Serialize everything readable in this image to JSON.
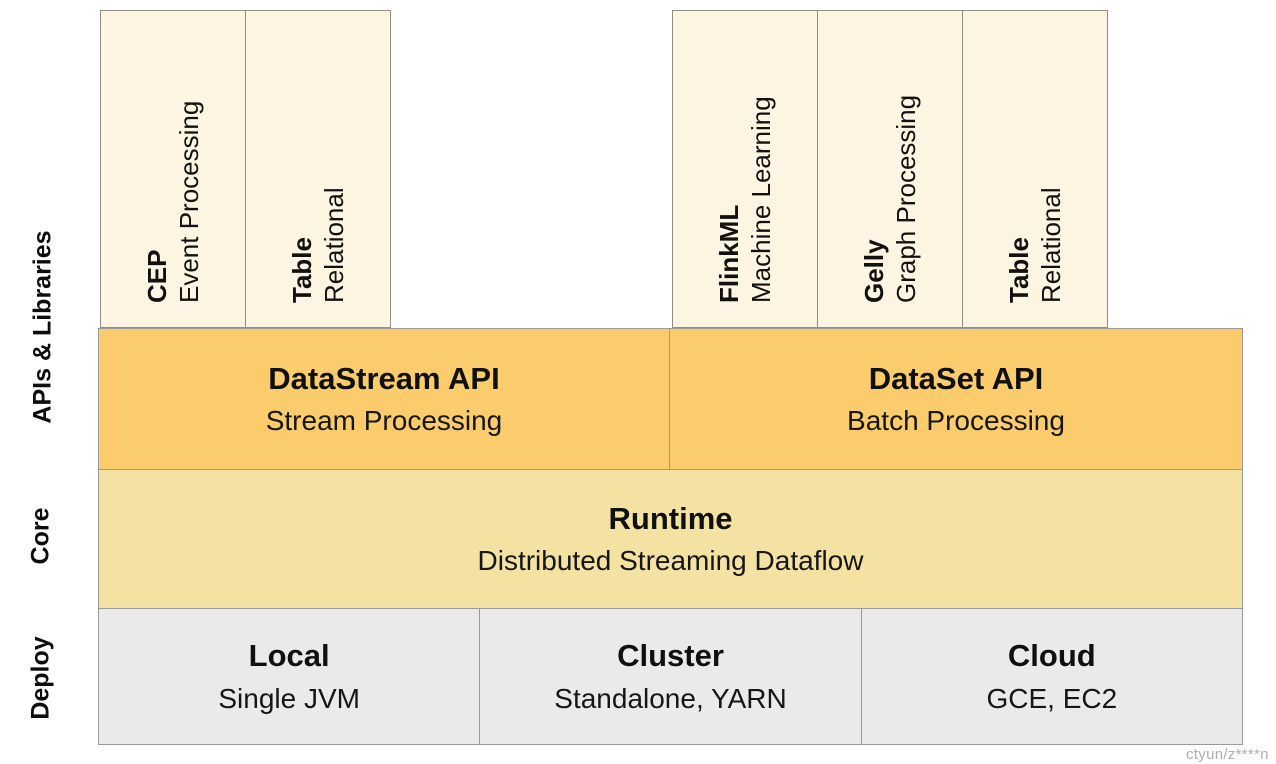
{
  "side_labels": {
    "apis": "APIs & Libraries",
    "core": "Core",
    "deploy": "Deploy"
  },
  "libraries": {
    "stream": [
      {
        "name": "CEP",
        "desc": "Event Processing"
      },
      {
        "name": "Table",
        "desc": "Relational"
      }
    ],
    "batch": [
      {
        "name": "FlinkML",
        "desc": "Machine Learning"
      },
      {
        "name": "Gelly",
        "desc": "Graph Processing"
      },
      {
        "name": "Table",
        "desc": "Relational"
      }
    ]
  },
  "api_layer": {
    "datastream": {
      "title": "DataStream API",
      "subtitle": "Stream Processing"
    },
    "dataset": {
      "title": "DataSet API",
      "subtitle": "Batch Processing"
    }
  },
  "core_layer": {
    "title": "Runtime",
    "subtitle": "Distributed Streaming Dataflow"
  },
  "deploy_layer": {
    "local": {
      "title": "Local",
      "subtitle": "Single JVM"
    },
    "cluster": {
      "title": "Cluster",
      "subtitle": "Standalone, YARN"
    },
    "cloud": {
      "title": "Cloud",
      "subtitle": "GCE, EC2"
    }
  },
  "watermark": "ctyun/z****n",
  "colors": {
    "library_box": "#fdf4e1",
    "api_band": "#fbcc6c",
    "core_band": "#f3e2a2",
    "deploy_band": "#eaeaea",
    "border": "#9a9a9a"
  }
}
